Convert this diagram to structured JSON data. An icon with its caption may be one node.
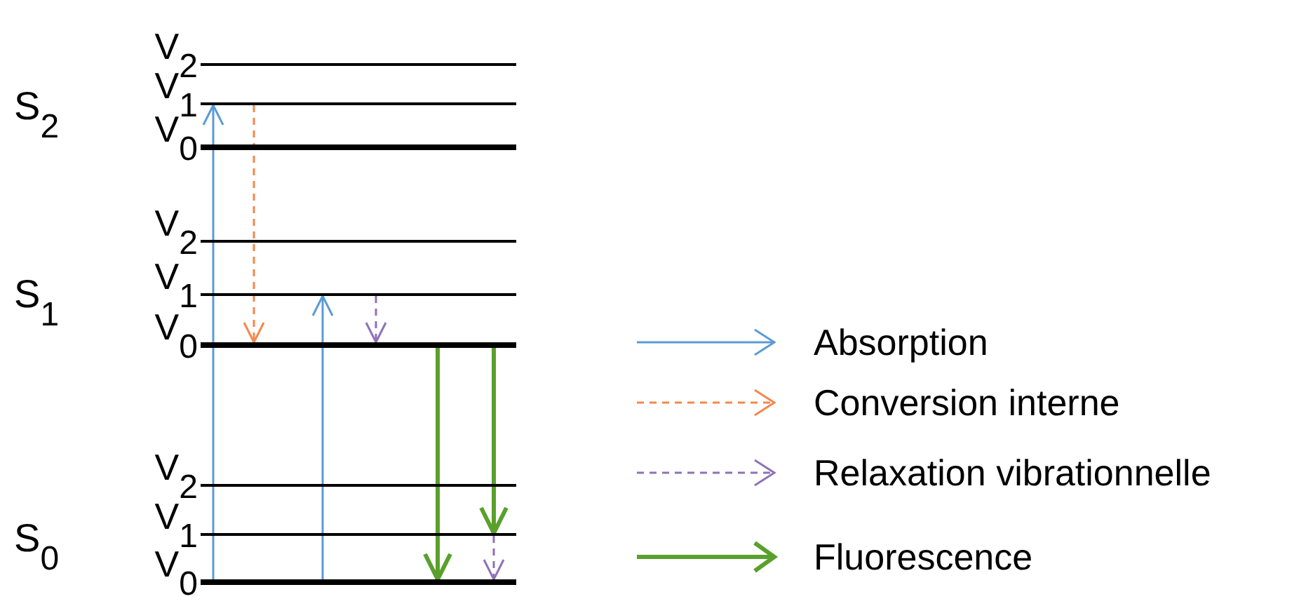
{
  "diagram": {
    "nodes": [
      {
        "text": [
          "V$_{2}$"
        ]
      },
      {
        "text": [
          "V$_{1}$"
        ]
      },
      {
        "text": [
          "V$_{0}$"
        ]
      },
      {
        "text": [
          "V$_{2}$"
        ]
      },
      {
        "text": [
          "V$_{1}$"
        ]
      },
      {
        "text": [
          "V$_{0}$"
        ]
      },
      {
        "text": [
          "V$_{2}$"
        ]
      },
      {
        "text": [
          "V$_{1}$"
        ]
      },
      {
        "text": [
          "V$_{0}$"
        ]
      }
    ],
    "edges": [
      {
        "from": 8,
        "to": 1,
        "arrow": "to",
        "color": "#5b9bd5"
      },
      {
        "from": 1,
        "to": 5,
        "arrow": "to",
        "style": "dashed",
        "color": "#f4874b"
      },
      {
        "from": 8,
        "to": 4,
        "arrow": "to",
        "color": "#5b9bd5"
      },
      {
        "from": 4,
        "to": 5,
        "arrow": "to",
        "style": "dashed",
        "color": "#8e72b8"
      },
      {
        "from": 5,
        "to": 8,
        "arrow": "to",
        "style": "thick",
        "color": "#5aa02c"
      },
      {
        "from": 5,
        "to": 7,
        "arrow": "to",
        "style": "thick",
        "color": "#5aa02c"
      },
      {
        "from": 7,
        "to": 8,
        "arrow": "to",
        "style": "dashed",
        "color": "#8e72b8"
      }
    ],
    "labels": [
      "S$_{2}$",
      "S$_{1}$",
      "S$_{0}$"
    ],
    "legend": [
      {
        "text": "Absorption"
      },
      {
        "text": "Conversion interne"
      },
      {
        "text": "Relaxation vibrationnelle"
      },
      {
        "text": "Fluorescence"
      }
    ]
  }
}
